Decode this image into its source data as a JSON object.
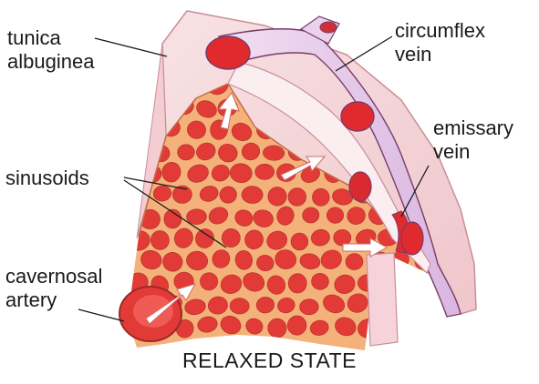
{
  "labels": {
    "tunica_line1": "tunica",
    "tunica_line2": "albuginea",
    "circumflex_line1": "circumflex",
    "circumflex_line2": "vein",
    "emissary_line1": "emissary",
    "emissary_line2": "vein",
    "sinusoids": "sinusoids",
    "cavernosal_line1": "cavernosal",
    "cavernosal_line2": "artery"
  },
  "caption": "RELAXED STATE",
  "colors": {
    "sinusoid_fill": "#e23b37",
    "tissue_fill": "#f4b27a",
    "tunica_fill": "#f6d9dc",
    "vein_fill": "#e6c9ec",
    "vein_lumen": "#e02a2e",
    "outline": "#7a3a66"
  }
}
